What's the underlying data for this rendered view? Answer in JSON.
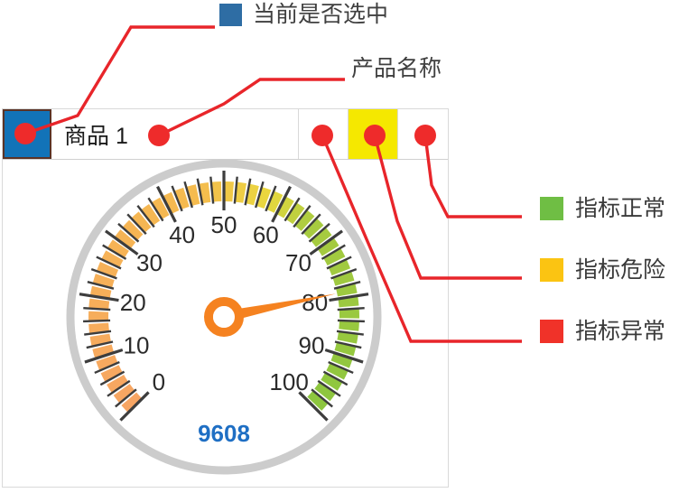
{
  "callouts": {
    "selected": {
      "label": "当前是否选中",
      "swatch_color": "#2E6DA4"
    },
    "product": {
      "label": "产品名称"
    }
  },
  "panel": {
    "header": {
      "selection_indicator": {
        "name": "selection-box",
        "color": "#1273B8",
        "selected": true
      },
      "product_name": "商品 1",
      "status_cells": [
        {
          "name": "status-cell-abnormal",
          "active": false,
          "color": "#ffffff"
        },
        {
          "name": "status-cell-danger",
          "active": true,
          "color": "#F5E800"
        },
        {
          "name": "status-cell-normal",
          "active": false,
          "color": "#ffffff"
        }
      ]
    },
    "gauge": {
      "value_label": "9608",
      "value_label_color": "#1F6FC4",
      "needle_color": "#F58220",
      "needle_value": 79,
      "min": 0,
      "max": 100,
      "tick_labels": [
        "0",
        "10",
        "20",
        "30",
        "40",
        "50",
        "60",
        "70",
        "80",
        "90",
        "100"
      ],
      "start_color": "#F7A563",
      "mid_color": "#F2D13C",
      "end_color": "#8CC63F",
      "rim_color": "#CCCCCC"
    }
  },
  "legend": {
    "items": [
      {
        "label": "指标正常",
        "color": "#6FBE44",
        "name": "legend-normal"
      },
      {
        "label": "指标危险",
        "color": "#FBC412",
        "name": "legend-danger"
      },
      {
        "label": "指标异常",
        "color": "#F03229",
        "name": "legend-abnormal"
      }
    ]
  },
  "chart_data": {
    "type": "gauge",
    "title": "",
    "value": 79,
    "value_label": "9608",
    "min": 0,
    "max": 100,
    "tick_interval": 10,
    "minor_tick_interval": 2,
    "tick_labels": [
      "0",
      "10",
      "20",
      "30",
      "40",
      "50",
      "60",
      "70",
      "80",
      "90",
      "100"
    ],
    "bands": [
      {
        "from": 0,
        "to": 45,
        "color": "#F7A563",
        "name": "orange-band"
      },
      {
        "from": 45,
        "to": 58,
        "color": "#F2D13C",
        "name": "yellow-band"
      },
      {
        "from": 58,
        "to": 100,
        "color": "#8CC63F",
        "name": "green-band"
      }
    ],
    "needle_color": "#F58220",
    "sweep_degrees": 270,
    "start_angle_degrees": 135,
    "grid": false,
    "legend_position": "right"
  }
}
